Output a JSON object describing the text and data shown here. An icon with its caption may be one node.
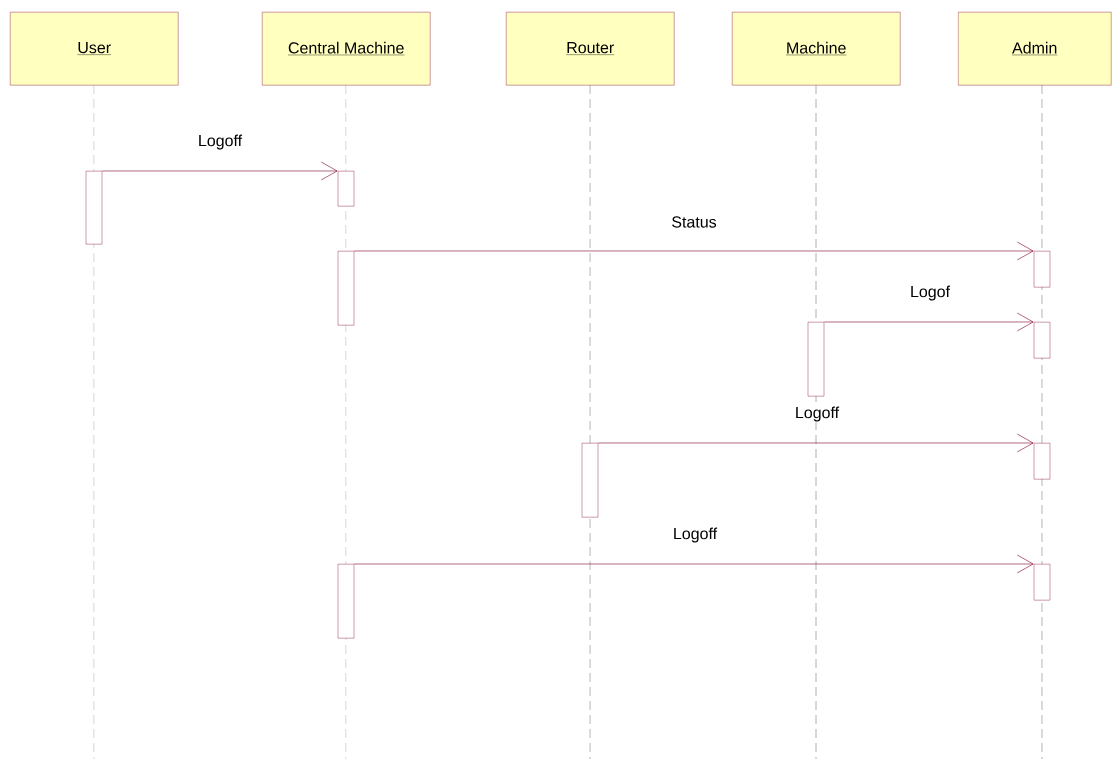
{
  "diagram": {
    "nodes": [
      {
        "text": [
          "User"
        ]
      },
      {
        "text": [
          "Central Machine"
        ]
      },
      {
        "text": [
          "Router"
        ]
      },
      {
        "text": [
          "Machine"
        ]
      },
      {
        "text": [
          "Admin"
        ]
      },
      {
        "text": [],
        "shape": "bar"
      },
      {
        "text": [],
        "shape": "bar"
      },
      {
        "text": [],
        "shape": "bar"
      },
      {
        "text": [],
        "shape": "bar"
      },
      {
        "text": [],
        "shape": "bar"
      },
      {
        "text": [],
        "shape": "bar"
      },
      {
        "text": [],
        "shape": "bar"
      },
      {
        "text": [],
        "shape": "bar"
      },
      {
        "text": [],
        "shape": "bar"
      },
      {
        "text": [],
        "shape": "bar"
      }
    ],
    "edges": [
      {
        "from": 5,
        "to": 6,
        "arrow": "to",
        "label": "Logoff"
      },
      {
        "from": 7,
        "to": 8,
        "arrow": "to",
        "label": "Status"
      },
      {
        "from": 9,
        "to": 10,
        "arrow": "to",
        "label": "Logof"
      },
      {
        "from": 11,
        "to": 12,
        "arrow": "to",
        "label": "Logoff"
      },
      {
        "from": 13,
        "to": 14,
        "arrow": "to",
        "label": "Logoff"
      }
    ]
  }
}
